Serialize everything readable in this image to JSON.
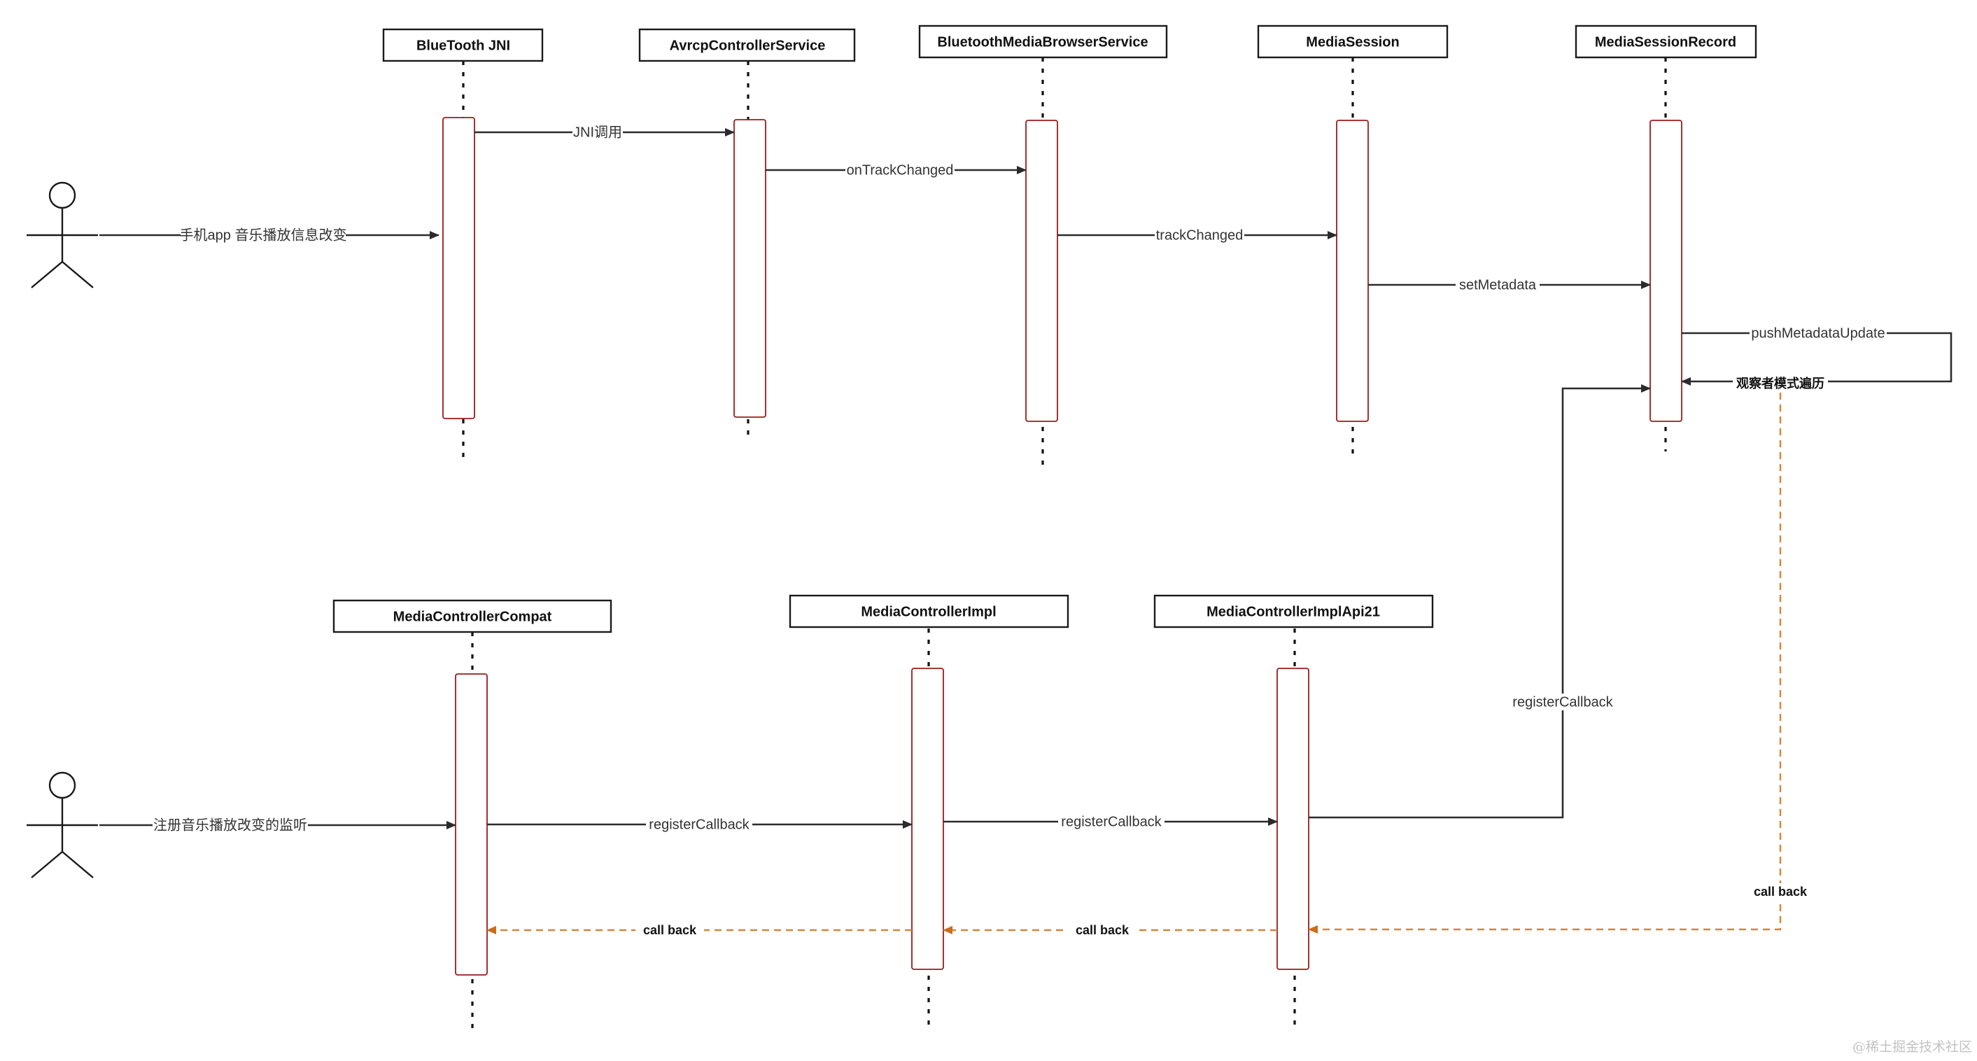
{
  "participants": {
    "bluetooth_jni": "BlueTooth JNI",
    "avrcp_controller_service": "AvrcpControllerService",
    "bluetooth_media_browser_service": "BluetoothMediaBrowserService",
    "media_session": "MediaSession",
    "media_session_record": "MediaSessionRecord",
    "media_controller_compat": "MediaControllerCompat",
    "media_controller_impl": "MediaControllerImpl",
    "media_controller_impl_api21": "MediaControllerImplApi21"
  },
  "messages": {
    "phone_app_change": "手机app 音乐播放信息改变",
    "jni_call": "JNI调用",
    "on_track_changed": "onTrackChanged",
    "track_changed": "trackChanged",
    "set_metadata": "setMetadata",
    "push_metadata_update": "pushMetadataUpdate",
    "observer_traverse": "观察者模式遍历",
    "register_listener": "注册音乐播放改变的监听",
    "register_callback_1": "registerCallback",
    "register_callback_2": "registerCallback",
    "register_callback_3": "registerCallback",
    "call_back_1": "call back",
    "call_back_2": "call back",
    "call_back_3": "call back"
  },
  "watermark": "@稀土掘金技术社区",
  "colors": {
    "activation_border": "#9b1c1c",
    "return_arrow": "#d4853a",
    "message_arrow": "#2b2b2b"
  }
}
